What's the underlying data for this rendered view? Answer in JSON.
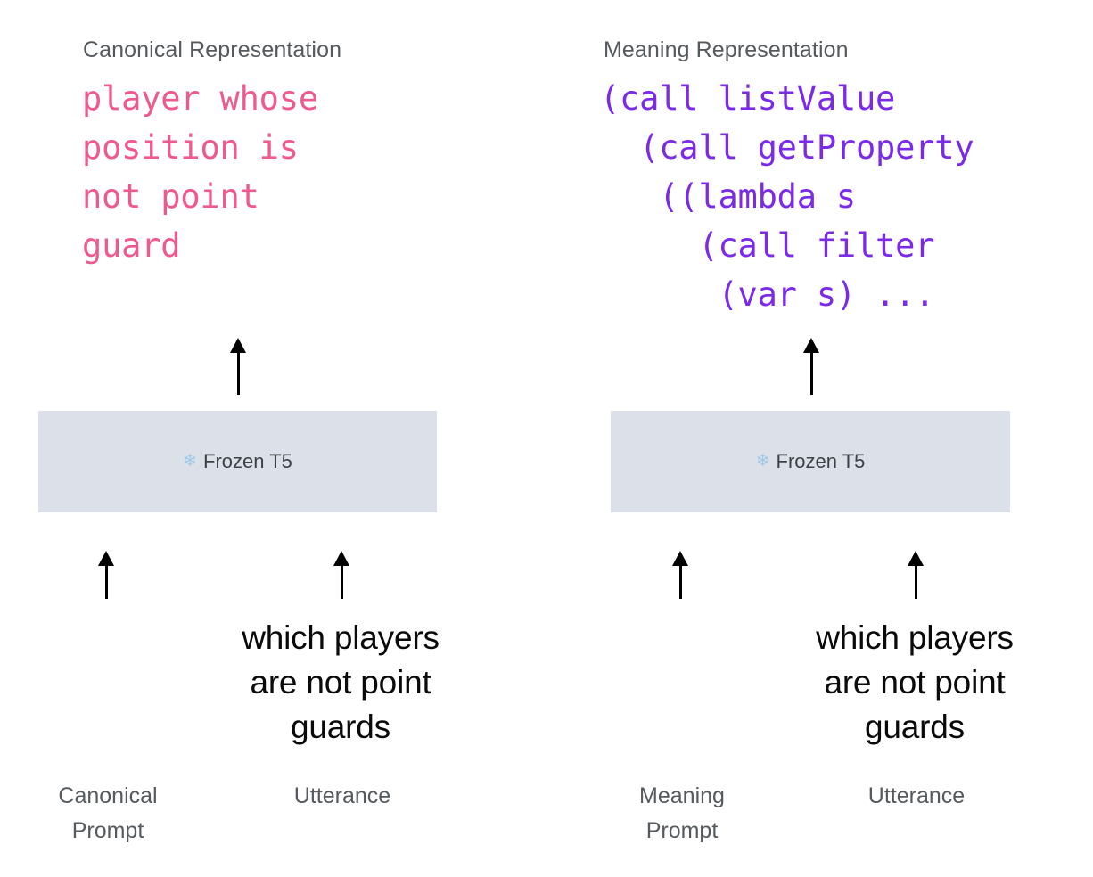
{
  "figure": {
    "background_color": "#ffffff",
    "columns": [
      {
        "id": "canonical",
        "header": "Canonical Representation",
        "code": "player whose\nposition is\nnot point\nguard",
        "code_color": "#ee5a8e",
        "model": {
          "icon": "snowflake-icon",
          "icon_glyph": "❄",
          "label": "Frozen T5",
          "box_color": "#dce0e8"
        },
        "input_text": "which players\nare not point\nguards",
        "captions": {
          "prompt": "Canonical\nPrompt",
          "utterance": "Utterance"
        }
      },
      {
        "id": "meaning",
        "header": "Meaning Representation",
        "code": "(call listValue\n  (call getProperty\n   ((lambda s\n     (call filter\n      (var s) ...",
        "code_color": "#7b2be8",
        "model": {
          "icon": "snowflake-icon",
          "icon_glyph": "❄",
          "label": "Frozen T5",
          "box_color": "#dce0e8"
        },
        "input_text": "which players\nare not point\nguards",
        "captions": {
          "prompt": "Meaning\nPrompt",
          "utterance": "Utterance"
        }
      }
    ],
    "arrow_color": "#000000",
    "header_color": "#555a5e",
    "caption_color": "#555a5e",
    "utterance_color": "#0a0a0a"
  }
}
